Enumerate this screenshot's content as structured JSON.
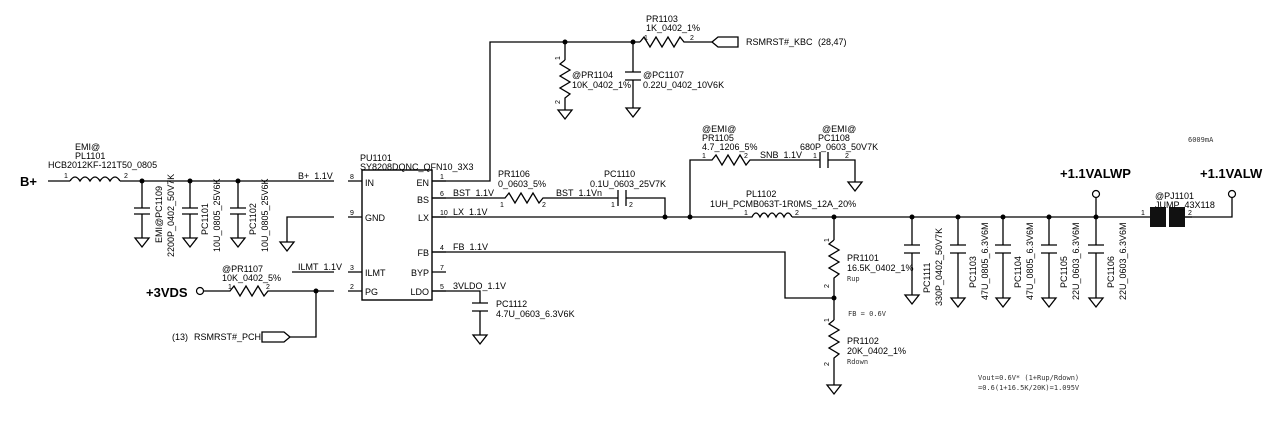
{
  "nets": {
    "bplus": "B+",
    "v3vds": "+3VDS",
    "valwp": "+1.1VALWP",
    "valw": "+1.1VALW",
    "rsmrst_kbc": "RSMRST#_KBC",
    "rsmrst_kbc_ref": "(28,47)",
    "rsmrst_pch": "RSMRST#_PCH",
    "rsmrst_pch_ref": "(13)",
    "bplus_1v1": "B+_1.1V",
    "bst_1v1": "BST_1.1V",
    "bst_1v1n": "BST_1.1Vn",
    "lx_1v1": "LX_1.1V",
    "fb_1v1": "FB_1.1V",
    "ilmt_1v1": "ILMT_1.1V",
    "vldo_3v": "3VLDO_1.1V",
    "snb_1v1": "SNB_1.1V"
  },
  "ic": {
    "ref": "PU1101",
    "part": "SY8208DQNC_QFN10_3X3",
    "pins": {
      "in": "IN",
      "gnd": "GND",
      "ilmt": "ILMT",
      "pg": "PG",
      "en": "EN",
      "bs": "BS",
      "lx": "LX",
      "fb": "FB",
      "byp": "BYP",
      "ldo": "LDO"
    },
    "pin_numbers": {
      "in": "8",
      "gnd": "9",
      "ilmt": "3",
      "pg": "2",
      "en": "1",
      "bs": "6",
      "lx": "10",
      "fb": "4",
      "byp": "7",
      "ldo": "5"
    }
  },
  "parts": {
    "pl1101": {
      "tag": "EMI@",
      "ref": "PL1101",
      "value": "HCB2012KF-121T50_0805",
      "p1": "1",
      "p2": "2"
    },
    "pc1109": {
      "label": "EMI@PC1109",
      "value": "2200P_0402_50V7K"
    },
    "pc1101": {
      "label": "PC1101",
      "value": "10U_0805_25V6K"
    },
    "pc1102": {
      "label": "PC1102",
      "value": "10U_0805_25V6K"
    },
    "pr1103": {
      "ref": "PR1103",
      "value": "1K_0402_1%",
      "p1": "1",
      "p2": "2"
    },
    "pr1104": {
      "ref": "@PR1104",
      "value": "10K_0402_1%",
      "p1": "1",
      "p2": "2"
    },
    "pc1107": {
      "ref": "@PC1107",
      "value": "0.22U_0402_10V6K"
    },
    "pr1106": {
      "ref": "PR1106",
      "value": "0_0603_5%",
      "p1": "1",
      "p2": "2"
    },
    "pc1110": {
      "ref": "PC1110",
      "value": "0.1U_0603_25V7K",
      "p1": "1",
      "p2": "2"
    },
    "pr1105": {
      "tag": "@EMI@",
      "ref": "PR1105",
      "value": "4.7_1206_5%",
      "p1": "1",
      "p2": "2"
    },
    "pc1108": {
      "tag": "@EMI@",
      "ref": "PC1108",
      "value": "680P_0603_50V7K",
      "p1": "1",
      "p2": "2"
    },
    "pl1102": {
      "ref": "PL1102",
      "value": "1UH_PCMB063T-1R0MS_12A_20%",
      "p1": "1",
      "p2": "2"
    },
    "pr1107": {
      "ref": "@PR1107",
      "value": "10K_0402_5%",
      "p1": "1",
      "p2": "2"
    },
    "pc1112": {
      "ref": "PC1112",
      "value": "4.7U_0603_6.3V6K"
    },
    "pr1101": {
      "ref": "PR1101",
      "value": "16.5K_0402_1%",
      "note": "Rup",
      "p1": "1",
      "p2": "2"
    },
    "pr1102": {
      "ref": "PR1102",
      "value": "20K_0402_1%",
      "note": "Rdown",
      "p1": "1",
      "p2": "2"
    },
    "pc1111": {
      "label": "PC1111",
      "value": "330P_0402_50V7K"
    },
    "pc1103": {
      "label": "PC1103",
      "value": "47U_0805_6.3V6M"
    },
    "pc1104": {
      "label": "PC1104",
      "value": "47U_0805_6.3V6M"
    },
    "pc1105": {
      "label": "PC1105",
      "value": "22U_0603_6.3V6M"
    },
    "pc1106": {
      "label": "PC1106",
      "value": "22U_0603_6.3V6M"
    },
    "pj1101": {
      "ref": "@PJ1101",
      "value": "JUMP_43X118",
      "p1": "1",
      "p2": "2"
    }
  },
  "notes": {
    "current": "6009mA",
    "fb_voltage": "FB = 0.6V",
    "vout_line1": "Vout=0.6V* (1+Rup/Rdown)",
    "vout_line2": "=0.6(1+16.5K/20K)=1.095V"
  }
}
